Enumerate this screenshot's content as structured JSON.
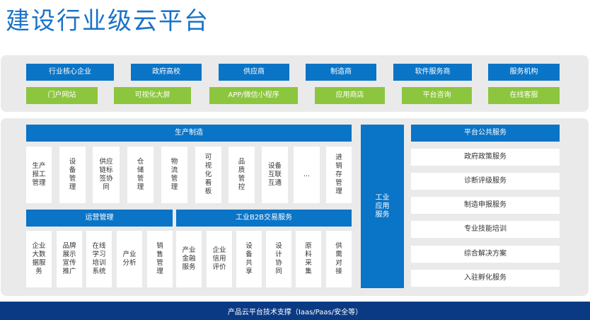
{
  "title": "建设行业级云平台",
  "top_row": [
    "行业核心企业",
    "政府高校",
    "供应商",
    "制造商",
    "软件服务商",
    "服务机构"
  ],
  "second_row": [
    "门户网站",
    "可视化大屏",
    "APP/微信小程序",
    "应用商店",
    "平台咨询",
    "在线客服"
  ],
  "production": {
    "header": "生产制造",
    "items": [
      "生产报工管理",
      "设备管理",
      "供应链标签协同",
      "仓储管理",
      "物流管理",
      "可视化看板",
      "品质管控",
      "设备互联互通",
      "...",
      "进销存管理"
    ]
  },
  "operations": {
    "header": "运营管理",
    "items": [
      "企业大数据服务",
      "品牌展示宣传推广",
      "在线学习培训系统",
      "产业分析",
      "销售管理"
    ]
  },
  "b2b": {
    "header": "工业B2B交易服务",
    "items": [
      "产业金融服务",
      "企业信用评价",
      "设备共享",
      "设计协同",
      "原料采集",
      "供需对接"
    ]
  },
  "industrial_app": "工业应用服务",
  "public_services": {
    "header": "平台公共服务",
    "items": [
      "政府政策服务",
      "诊断评级服务",
      "制造申报服务",
      "专业技能培训",
      "综合解决方案",
      "入驻孵化服务"
    ]
  },
  "footer": "产品云平台技术支撑（Iaas/Paas/安全等）",
  "colors": {
    "blue": "#0a74c7",
    "green": "#8cc63e",
    "navy": "#0b3a84",
    "title": "#1a73c8"
  }
}
